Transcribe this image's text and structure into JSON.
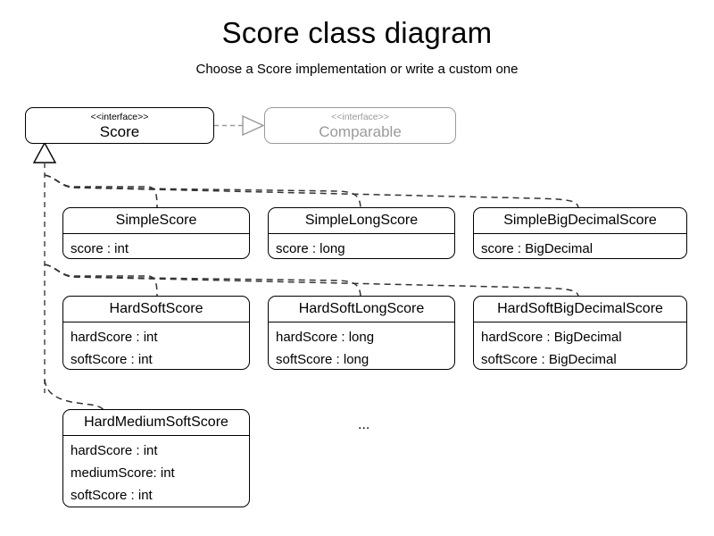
{
  "header": {
    "title": "Score class diagram",
    "subtitle": "Choose a Score implementation or write a custom one"
  },
  "stereotype_label": "<<interface>>",
  "interfaces": [
    {
      "name": "Score",
      "stereotype": "<<interface>>",
      "muted": false
    },
    {
      "name": "Comparable",
      "stereotype": "<<interface>>",
      "muted": true
    }
  ],
  "classes": [
    {
      "name": "SimpleScore",
      "attributes": [
        "score : int"
      ]
    },
    {
      "name": "SimpleLongScore",
      "attributes": [
        "score : long"
      ]
    },
    {
      "name": "SimpleBigDecimalScore",
      "attributes": [
        "score : BigDecimal"
      ]
    },
    {
      "name": "HardSoftScore",
      "attributes": [
        "hardScore : int",
        "softScore : int"
      ]
    },
    {
      "name": "HardSoftLongScore",
      "attributes": [
        "hardScore : long",
        "softScore : long"
      ]
    },
    {
      "name": "HardSoftBigDecimalScore",
      "attributes": [
        "hardScore : BigDecimal",
        "softScore : BigDecimal"
      ]
    },
    {
      "name": "HardMediumSoftScore",
      "attributes": [
        "hardScore : int",
        "mediumScore: int",
        "softScore : int"
      ]
    }
  ],
  "more_indicator": "...",
  "colors": {
    "stroke": "#000000",
    "muted": "#9a9a9a",
    "background": "#ffffff"
  }
}
